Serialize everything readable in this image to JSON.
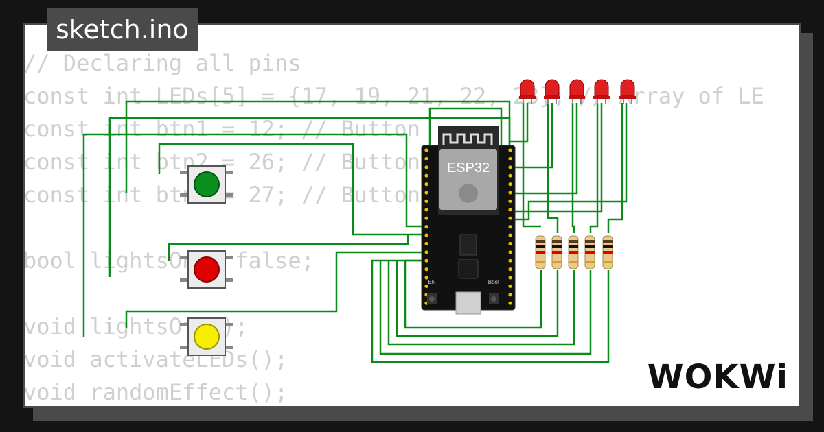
{
  "tab": {
    "filename": "sketch.ino"
  },
  "code_lines": [
    "// Declaring all pins",
    "const int LEDs[5] = {17, 19, 21, 22, 23}; // Array of LE",
    "const int btn1 = 12; // Button",
    "const int btn2 = 26; // Button",
    "const int btn3 = 27; // Button",
    "",
    "bool lightsOn = false;",
    "",
    "void lightsOff();",
    "void activateLEDs();",
    "void randomEffect();"
  ],
  "board": {
    "label": "ESP32",
    "boot_label": "Boot",
    "en_label": "EN"
  },
  "logo": {
    "text": "WOKWi"
  },
  "buttons": [
    {
      "name": "green-pushbutton",
      "color": "#0a8f1e"
    },
    {
      "name": "red-pushbutton",
      "color": "#e00000"
    },
    {
      "name": "yellow-pushbutton",
      "color": "#f5ee00"
    }
  ],
  "colors": {
    "wire": "#0b8a1a",
    "led": "#e02020",
    "background": "#141414",
    "panel": "#4a4a4a"
  }
}
